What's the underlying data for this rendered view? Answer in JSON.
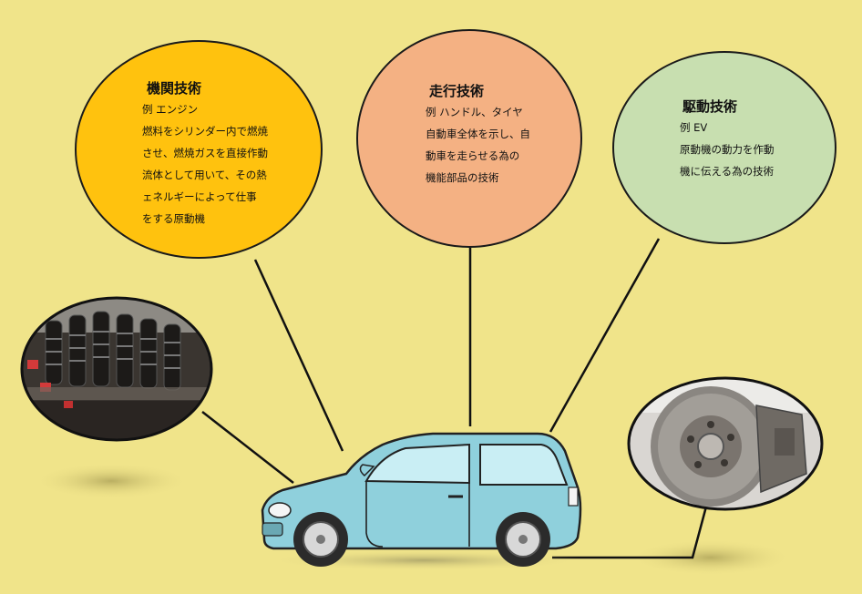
{
  "bubbles": {
    "engine": {
      "title": "機関技術",
      "lines": [
        "例 エンジン",
        "燃料をシリンダー内で燃焼",
        "させ、燃焼ガスを直接作動",
        "流体として用いて、その熱",
        "ェネルギーによって仕事",
        "をする原動機"
      ]
    },
    "travel": {
      "title": "走行技術",
      "lines": [
        " 例 ハンドル、タイヤ",
        "自動車全体を示し、自",
        "動車を走らせる為の",
        "機能部品の技術"
      ]
    },
    "drive": {
      "title": "駆動技術",
      "lines": [
        "例 EV",
        "原動機の動力を作動",
        "機に伝える為の技術"
      ]
    }
  },
  "colors": {
    "background": "#f0e48a",
    "engine_bubble": "#ffc20e",
    "travel_bubble": "#f4b183",
    "drive_bubble": "#c8dfb0",
    "car_body": "#8fd0dc"
  },
  "photos": {
    "left": "engine-valvetrain-photo",
    "right": "brake-disc-photo"
  }
}
